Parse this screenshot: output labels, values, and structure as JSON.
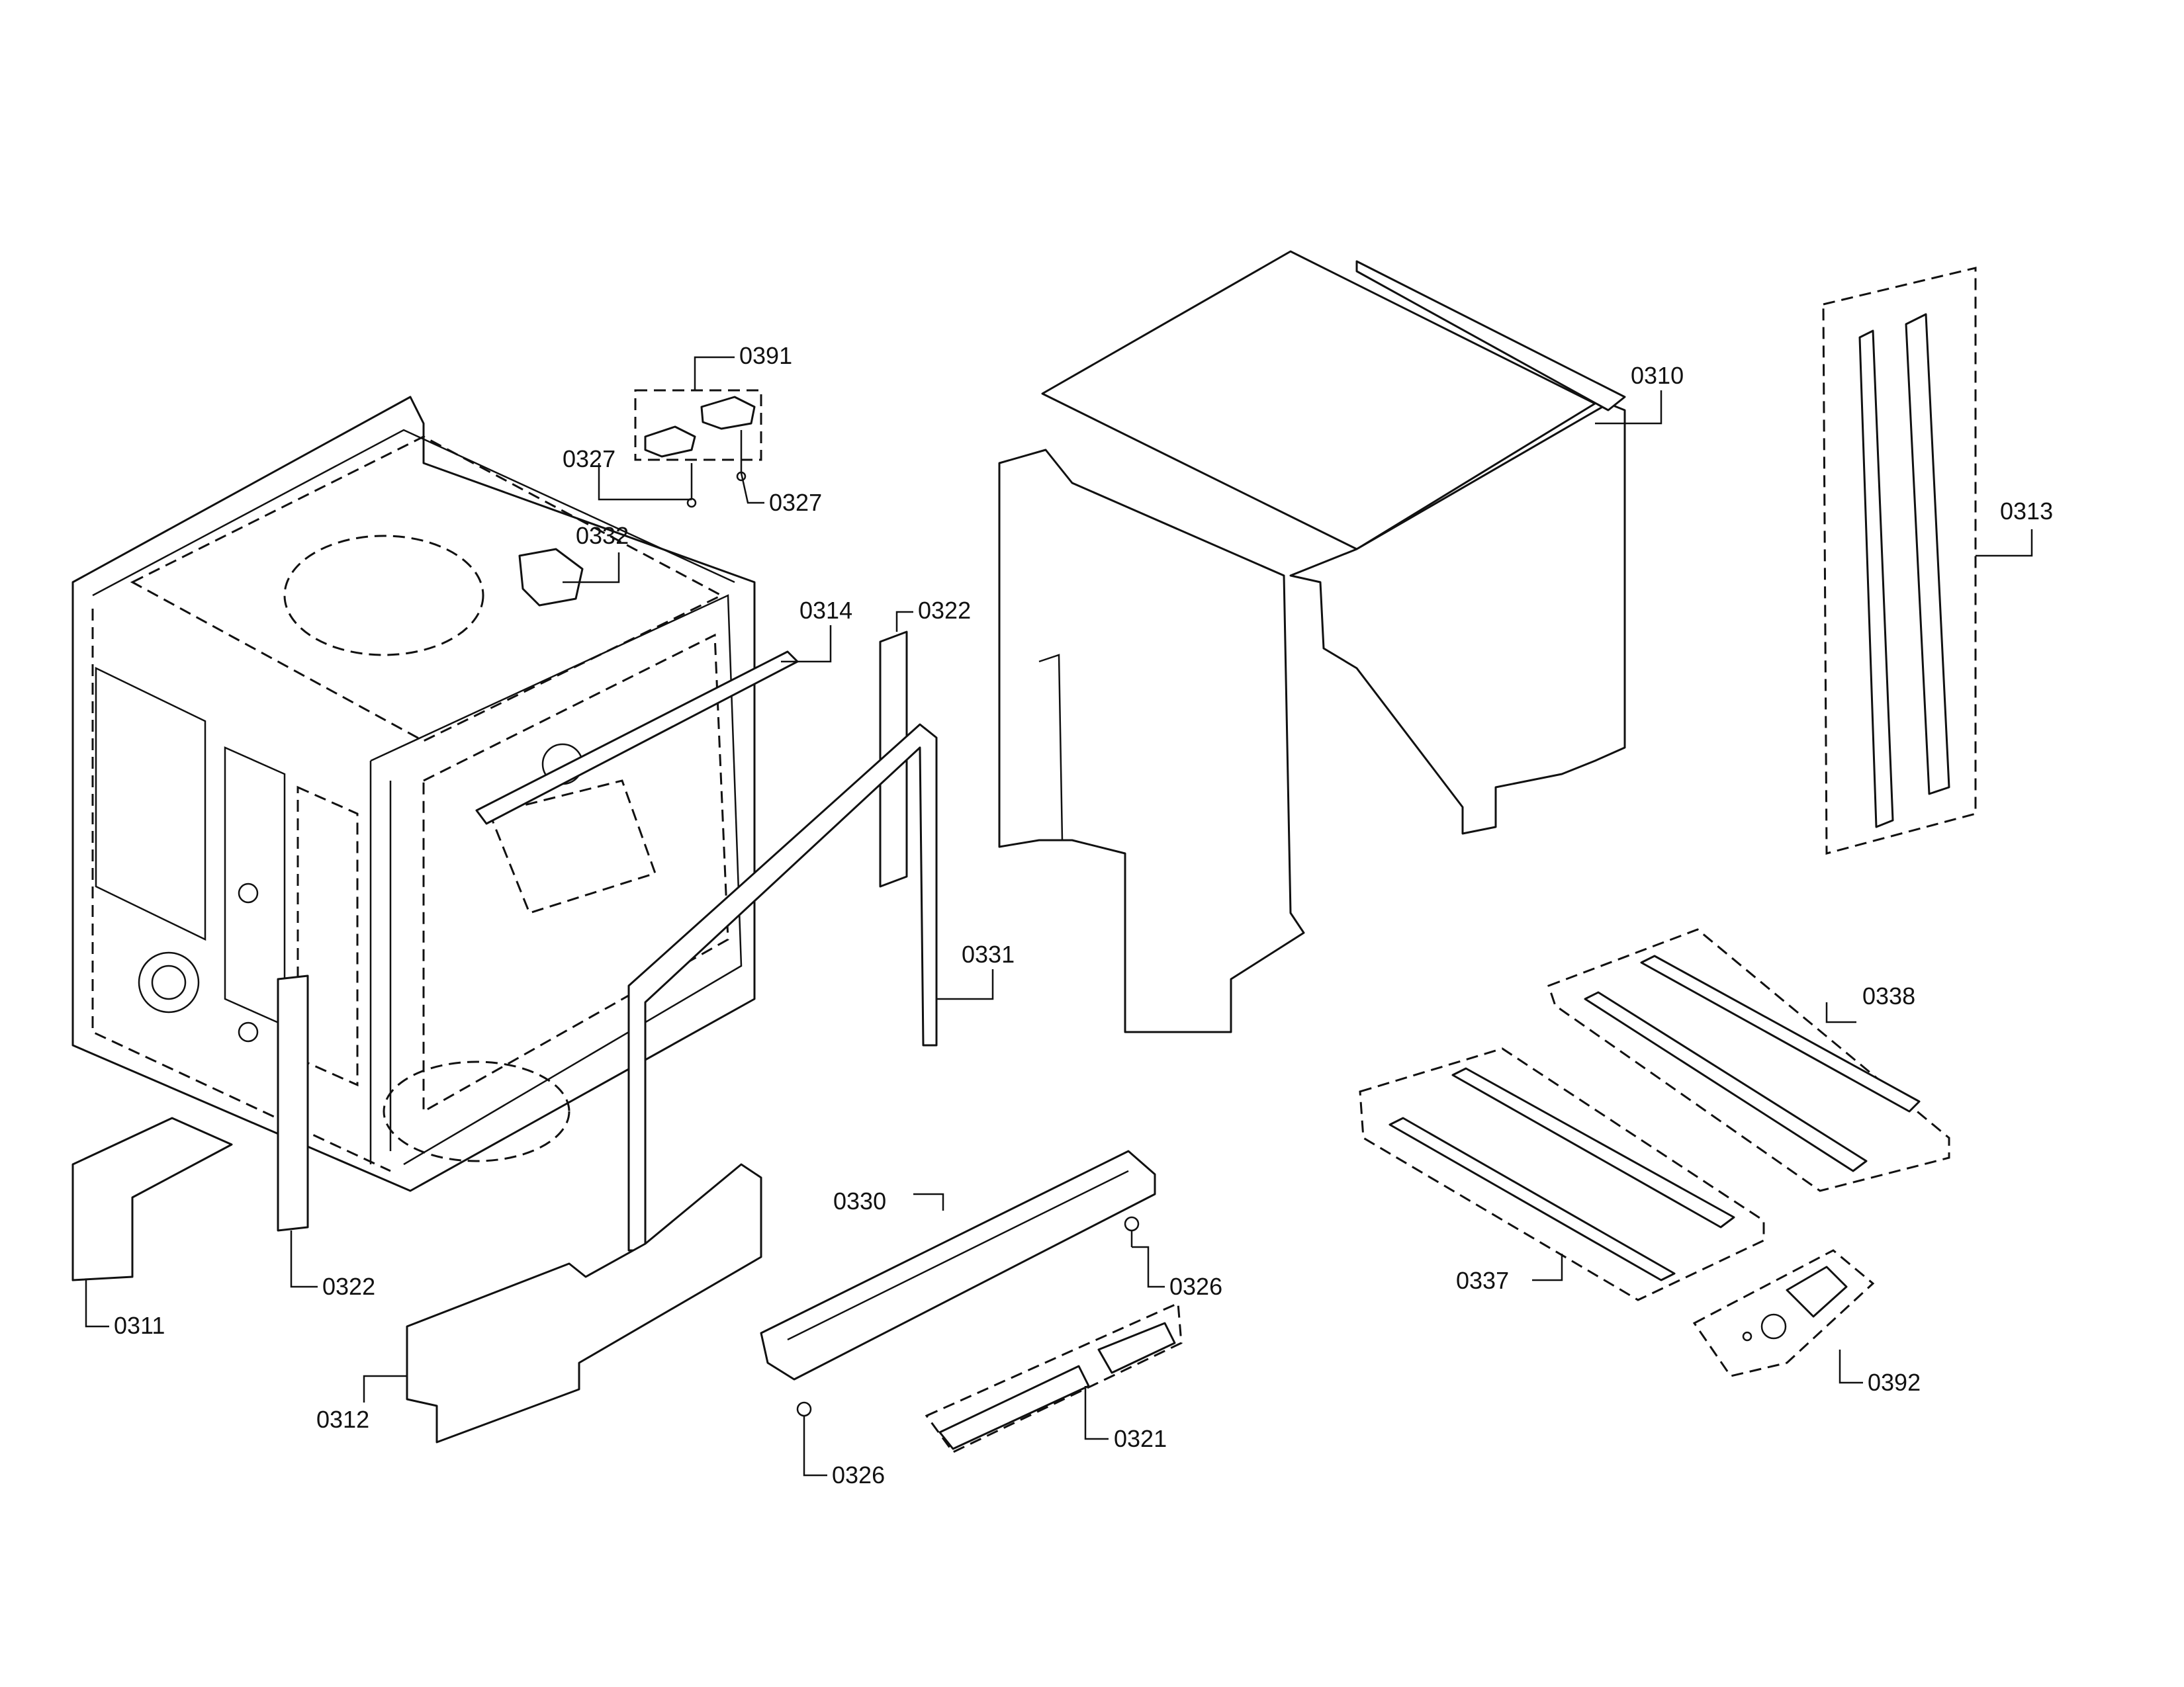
{
  "labels": {
    "p0310": "0310",
    "p0311": "0311",
    "p0312": "0312",
    "p0313": "0313",
    "p0314": "0314",
    "p0321": "0321",
    "p0322a": "0322",
    "p0322b": "0322",
    "p0326a": "0326",
    "p0326b": "0326",
    "p0327a": "0327",
    "p0327b": "0327",
    "p0330": "0330",
    "p0331": "0331",
    "p0332": "0332",
    "p0337": "0337",
    "p0338": "0338",
    "p0391": "0391",
    "p0392": "0392"
  }
}
